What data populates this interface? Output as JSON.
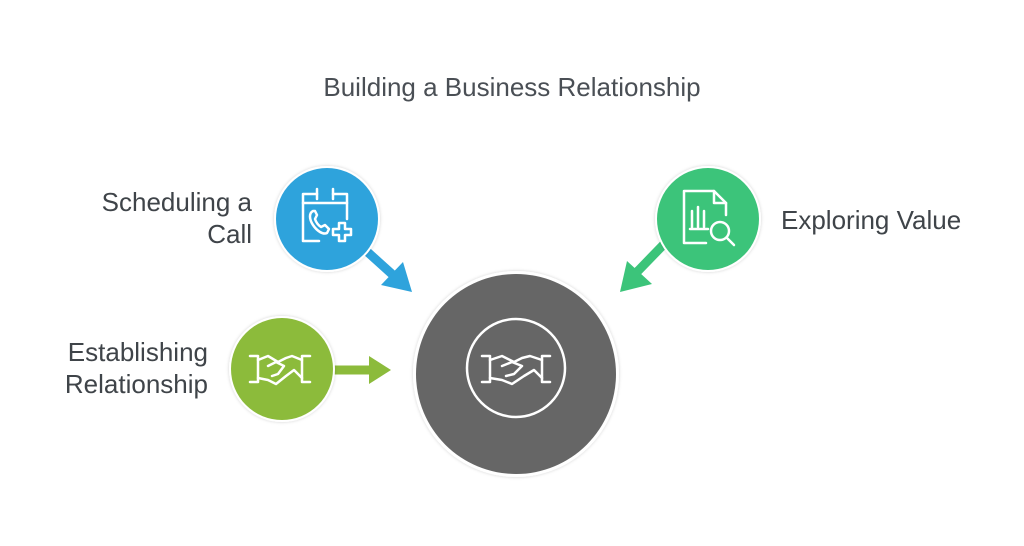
{
  "title": "Building a Business Relationship",
  "center": {
    "icon": "handshake-icon",
    "color": "#666666"
  },
  "nodes": [
    {
      "id": "scheduling",
      "label_lines": [
        "Scheduling a",
        "Call"
      ],
      "icon": "calendar-phone-add-icon",
      "color": "#2ea3dc"
    },
    {
      "id": "establishing",
      "label_lines": [
        "Establishing",
        "Relationship"
      ],
      "icon": "handshake-icon",
      "color": "#8cbb3b"
    },
    {
      "id": "exploring",
      "label_lines": [
        "Exploring Value"
      ],
      "icon": "document-chart-search-icon",
      "color": "#3cc47a"
    }
  ]
}
